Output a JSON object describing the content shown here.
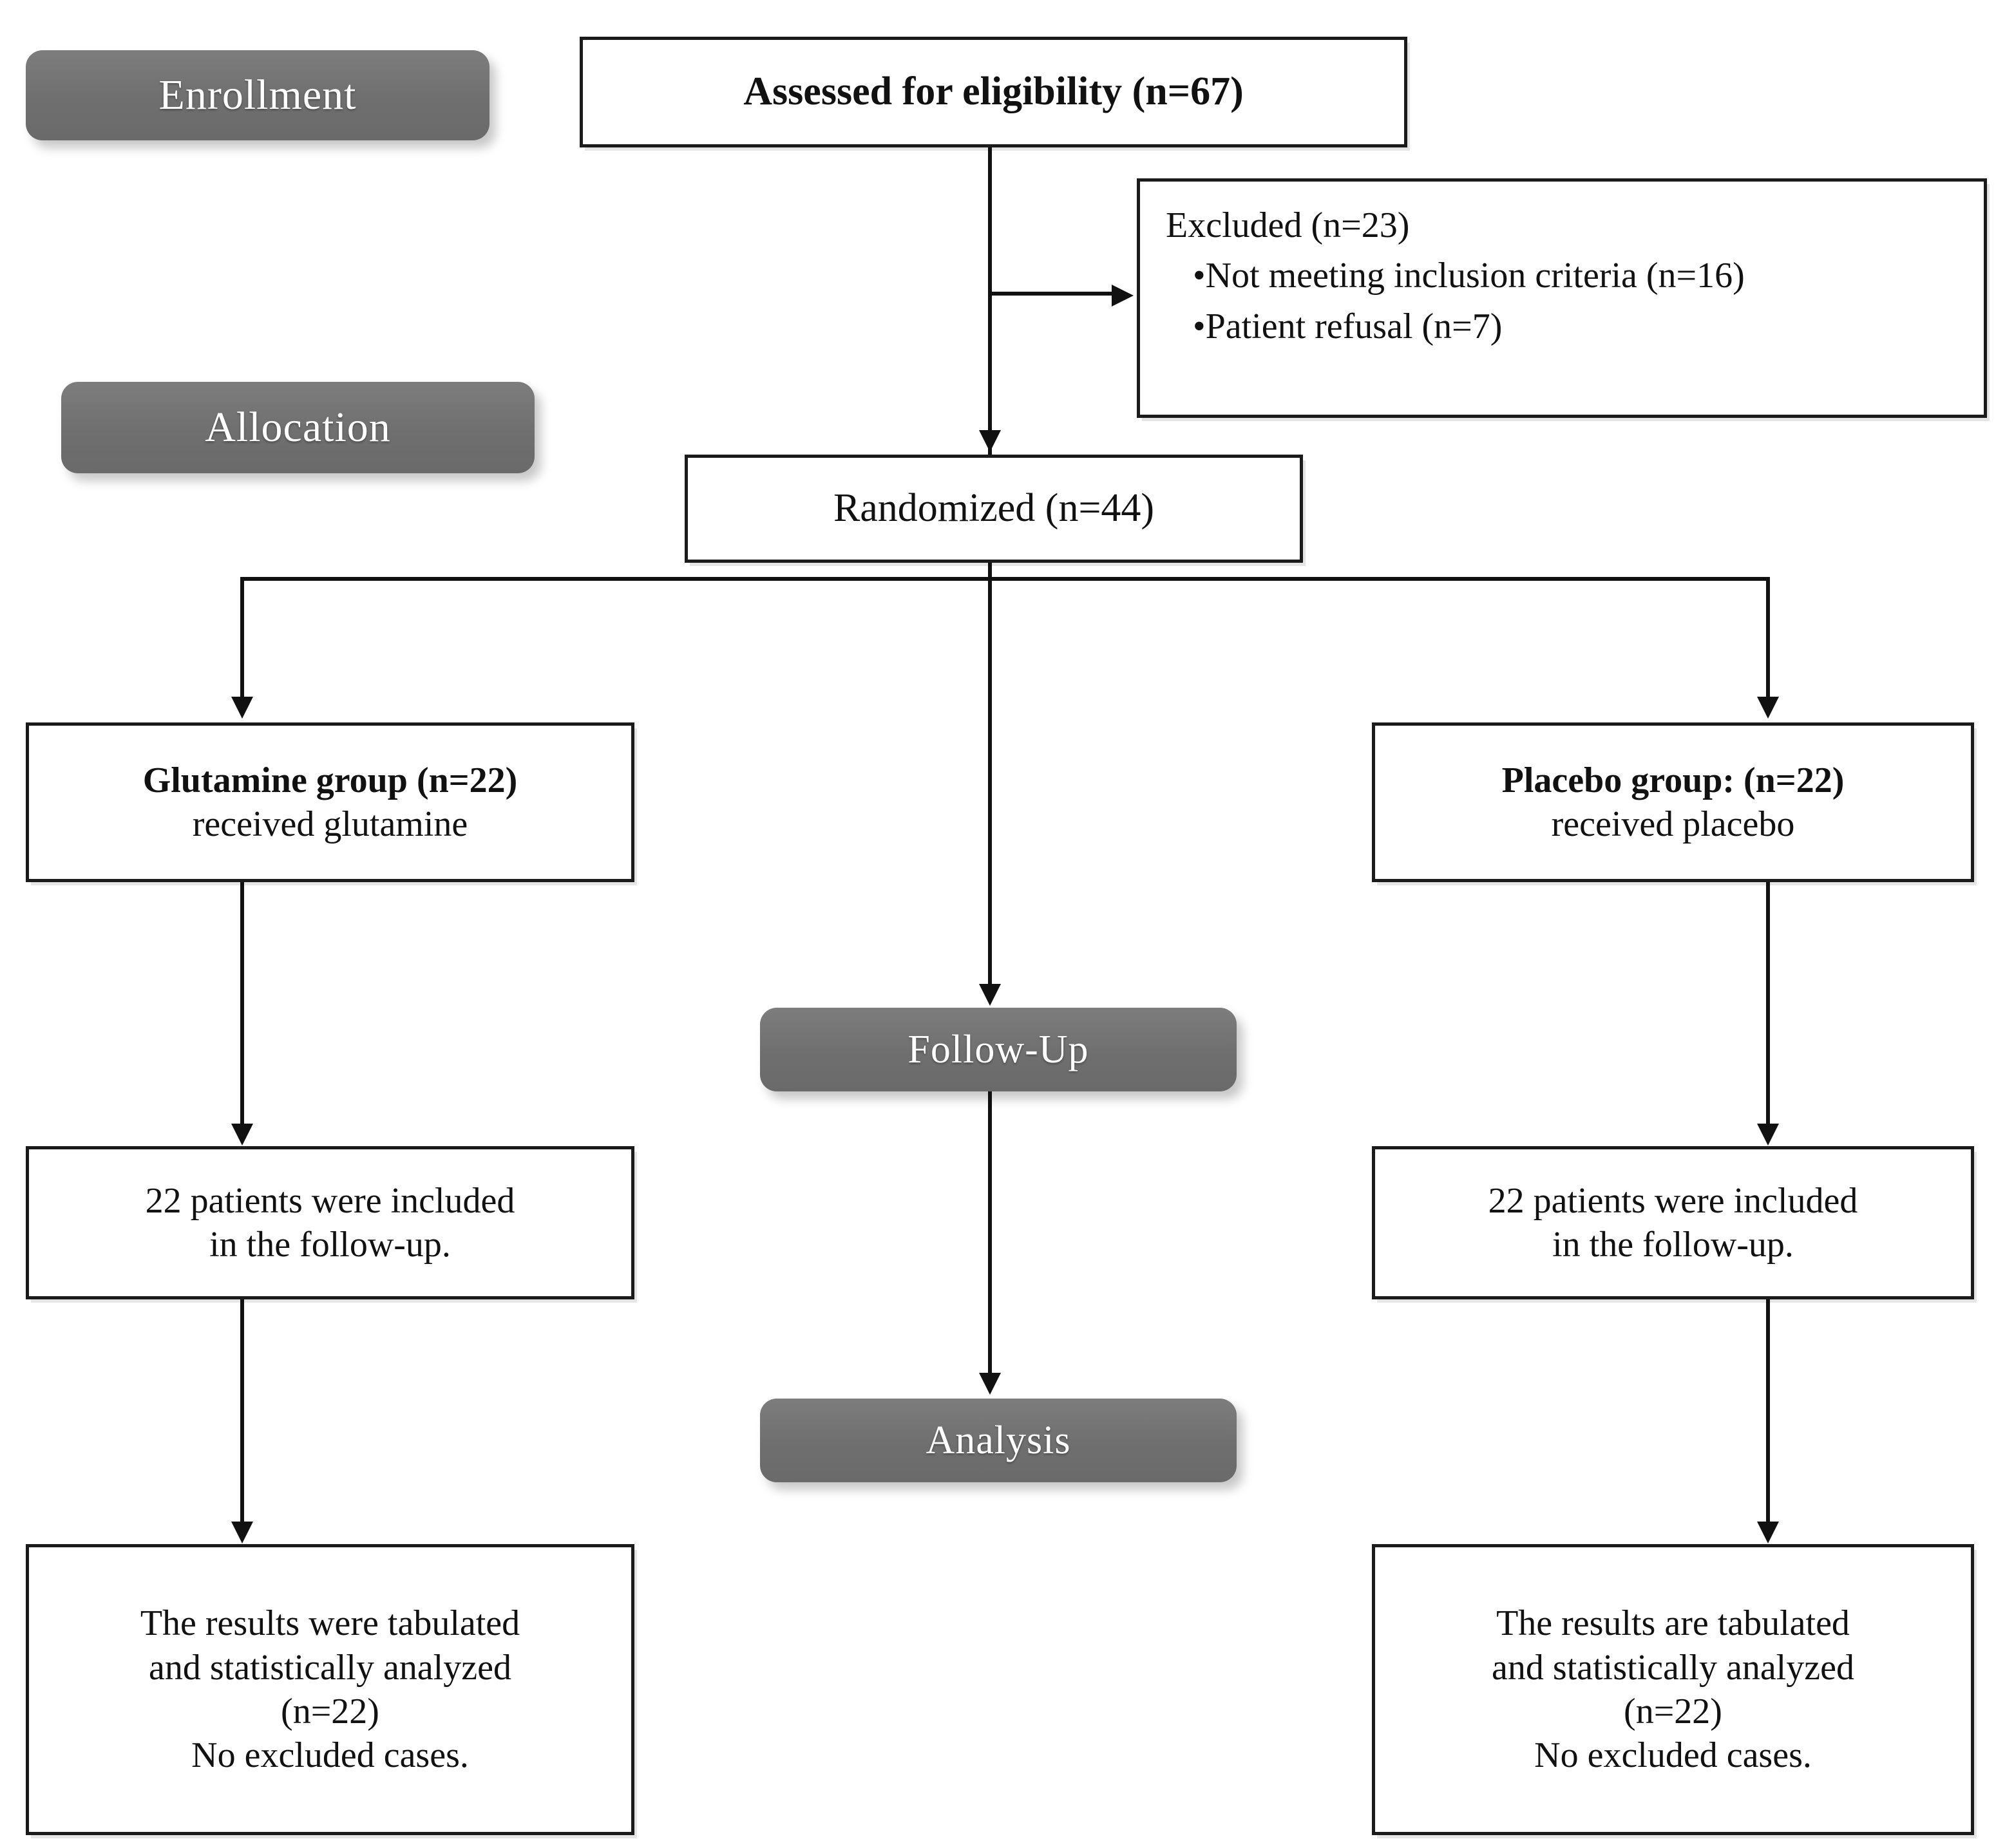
{
  "figure": {
    "type": "consort-flow-diagram",
    "title": "CONSORT participant flow diagram"
  },
  "stages": [
    {
      "id": "enrollment",
      "label": "Enrollment"
    },
    {
      "id": "allocation",
      "label": "Allocation"
    },
    {
      "id": "followup",
      "label": "Follow-Up"
    },
    {
      "id": "analysis",
      "label": "Analysis"
    }
  ],
  "boxes": {
    "assessed": {
      "line1": "Assessed for eligibility (n=67)"
    },
    "excluded": {
      "line1": "Excluded (n=23)",
      "bullet1": "•Not meeting inclusion criteria (n=16)",
      "bullet2": "•Patient refusal (n=7)"
    },
    "randomized": {
      "line1": "Randomized (n=44)"
    },
    "glutamine_alloc": {
      "line1": "Glutamine group (n=22)",
      "line2": "received glutamine"
    },
    "placebo_alloc": {
      "line1": "Placebo group: (n=22)",
      "line2": "received placebo"
    },
    "glutamine_followup": {
      "line1": "22 patients were included",
      "line2": "in the follow-up."
    },
    "placebo_followup": {
      "line1": "22 patients were included",
      "line2": "in the follow-up."
    },
    "glutamine_analysis": {
      "line1": "The results were tabulated",
      "line2": "and statistically analyzed",
      "line3": "(n=22)",
      "line4": "No excluded cases."
    },
    "placebo_analysis": {
      "line1": "The results are tabulated",
      "line2": "and statistically analyzed",
      "line3": "(n=22)",
      "line4": "No excluded cases."
    }
  },
  "counts": {
    "assessed": 67,
    "excluded_total": 23,
    "excluded_not_meeting_criteria": 16,
    "excluded_patient_refusal": 7,
    "randomized": 44,
    "glutamine_allocated": 22,
    "placebo_allocated": 22,
    "glutamine_followed_up": 22,
    "placebo_followed_up": 22,
    "glutamine_analyzed": 22,
    "placebo_analyzed": 22
  },
  "colors": {
    "stage_pill": "#757575",
    "stage_pill_text": "#ffffff",
    "box_border": "#1b1b1b",
    "box_fill": "#ffffff",
    "connector": "#111111",
    "page_background": "#ffffff"
  }
}
